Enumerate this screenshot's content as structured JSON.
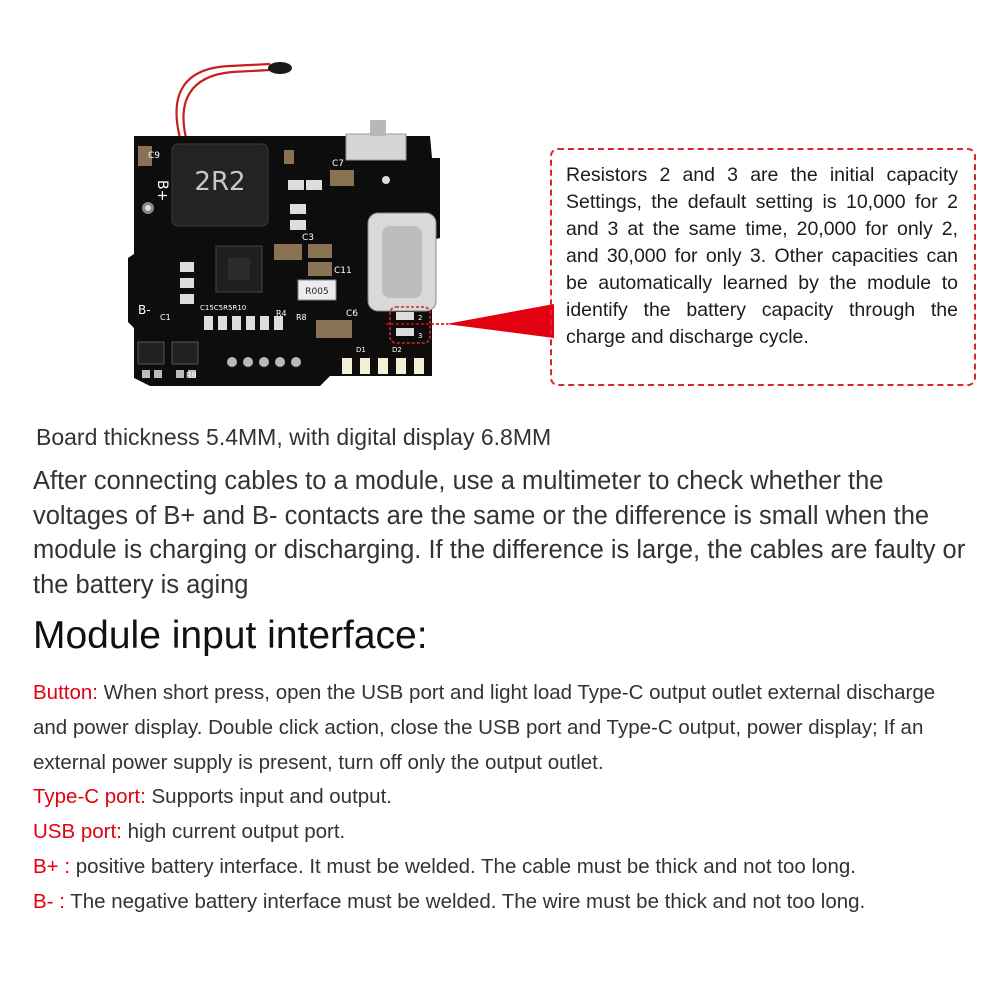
{
  "board": {
    "inductor_label": "2R2",
    "resistor_marking": "R005",
    "batt_pos_label": "B+",
    "batt_neg_label": "B-",
    "silk": {
      "c9": "C9",
      "c7": "C7",
      "c3": "C3",
      "c11": "C11",
      "c6": "C6",
      "r8": "R8",
      "r4": "R4",
      "r9": "R9",
      "r10": "R10",
      "c1": "C1",
      "d1": "D1",
      "d2": "D2",
      "r2": "2",
      "r3": "3",
      "c15": "C15C5R5R10"
    }
  },
  "callout": {
    "text": "Resistors 2 and 3 are the initial capacity Settings, the default setting is 10,000 for 2 and 3 at the same time, 20,000 for only 2, and 30,000 for only 3. Other capacities can be automatically learned by the module to identify the battery capacity through the charge and discharge cycle.",
    "border_color": "#d9262b"
  },
  "thickness_note": "Board thickness 5.4MM, with digital display 6.8MM",
  "check_paragraph": "After connecting cables to a module, use a multimeter to check whether the voltages of B+ and B- contacts are the same or the difference is small when the module is charging or discharging. If the difference is large, the cables are faulty or the battery is aging",
  "section_title": "Module input interface:",
  "specs": [
    {
      "label": "Button:",
      "text": " When short press, open the USB port and light load Type-C output outlet external discharge and power display. Double click action, close the USB port and Type-C output, power display; If an external power supply is present, turn off only the output outlet."
    },
    {
      "label": "Type-C port:",
      "text": " Supports input and output."
    },
    {
      "label": "USB port:",
      "text": " high current output port."
    },
    {
      "label": "B+ :",
      "text": " positive battery interface. It must be welded. The cable must be thick and not too long."
    },
    {
      "label": "B- :",
      "text": " The negative battery interface must be welded. The wire must be thick and not too long."
    }
  ],
  "colors": {
    "accent_red": "#e3000f",
    "pcb": "#0d0d0d"
  }
}
